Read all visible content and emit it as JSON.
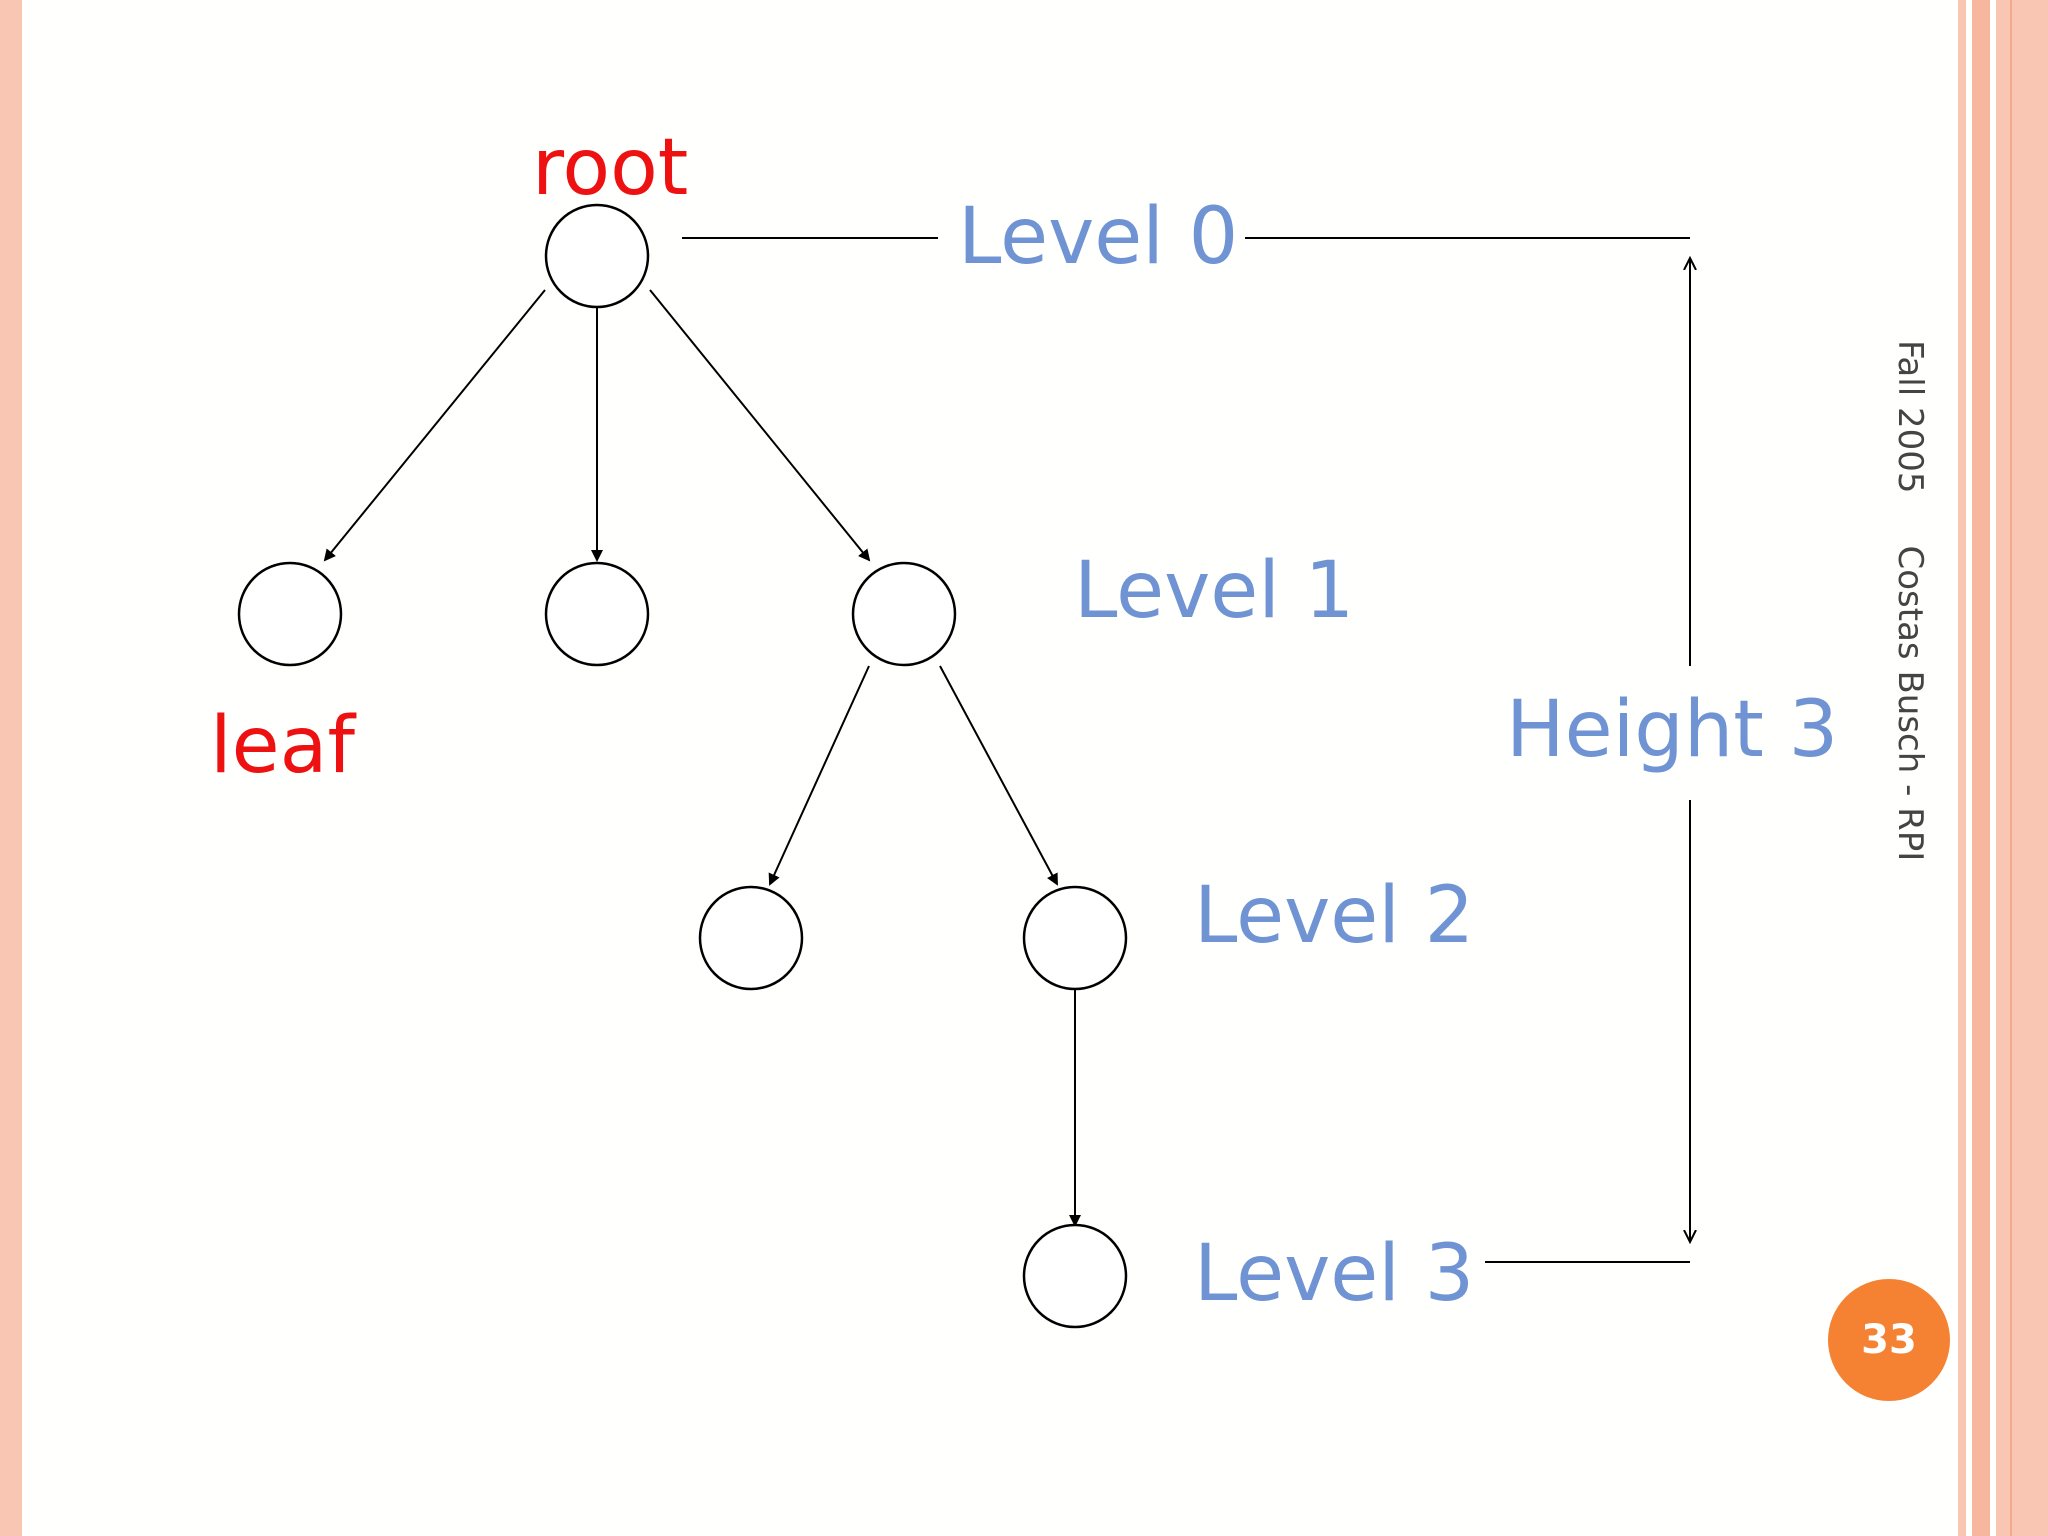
{
  "slide": {
    "labels": {
      "root": "root",
      "leaf": "leaf",
      "level_0": "Level 0",
      "level_1": "Level 1",
      "level_2": "Level 2",
      "level_3": "Level 3",
      "height": "Height 3"
    },
    "footer": {
      "term": "Fall 2005",
      "author": "Costas Busch - RPI",
      "page_number": "33"
    }
  },
  "colors": {
    "highlight_label": "#ee1111",
    "level_label": "#6f93d3",
    "page_badge": "#f58232",
    "border_stripe": "#f9c4b0"
  }
}
